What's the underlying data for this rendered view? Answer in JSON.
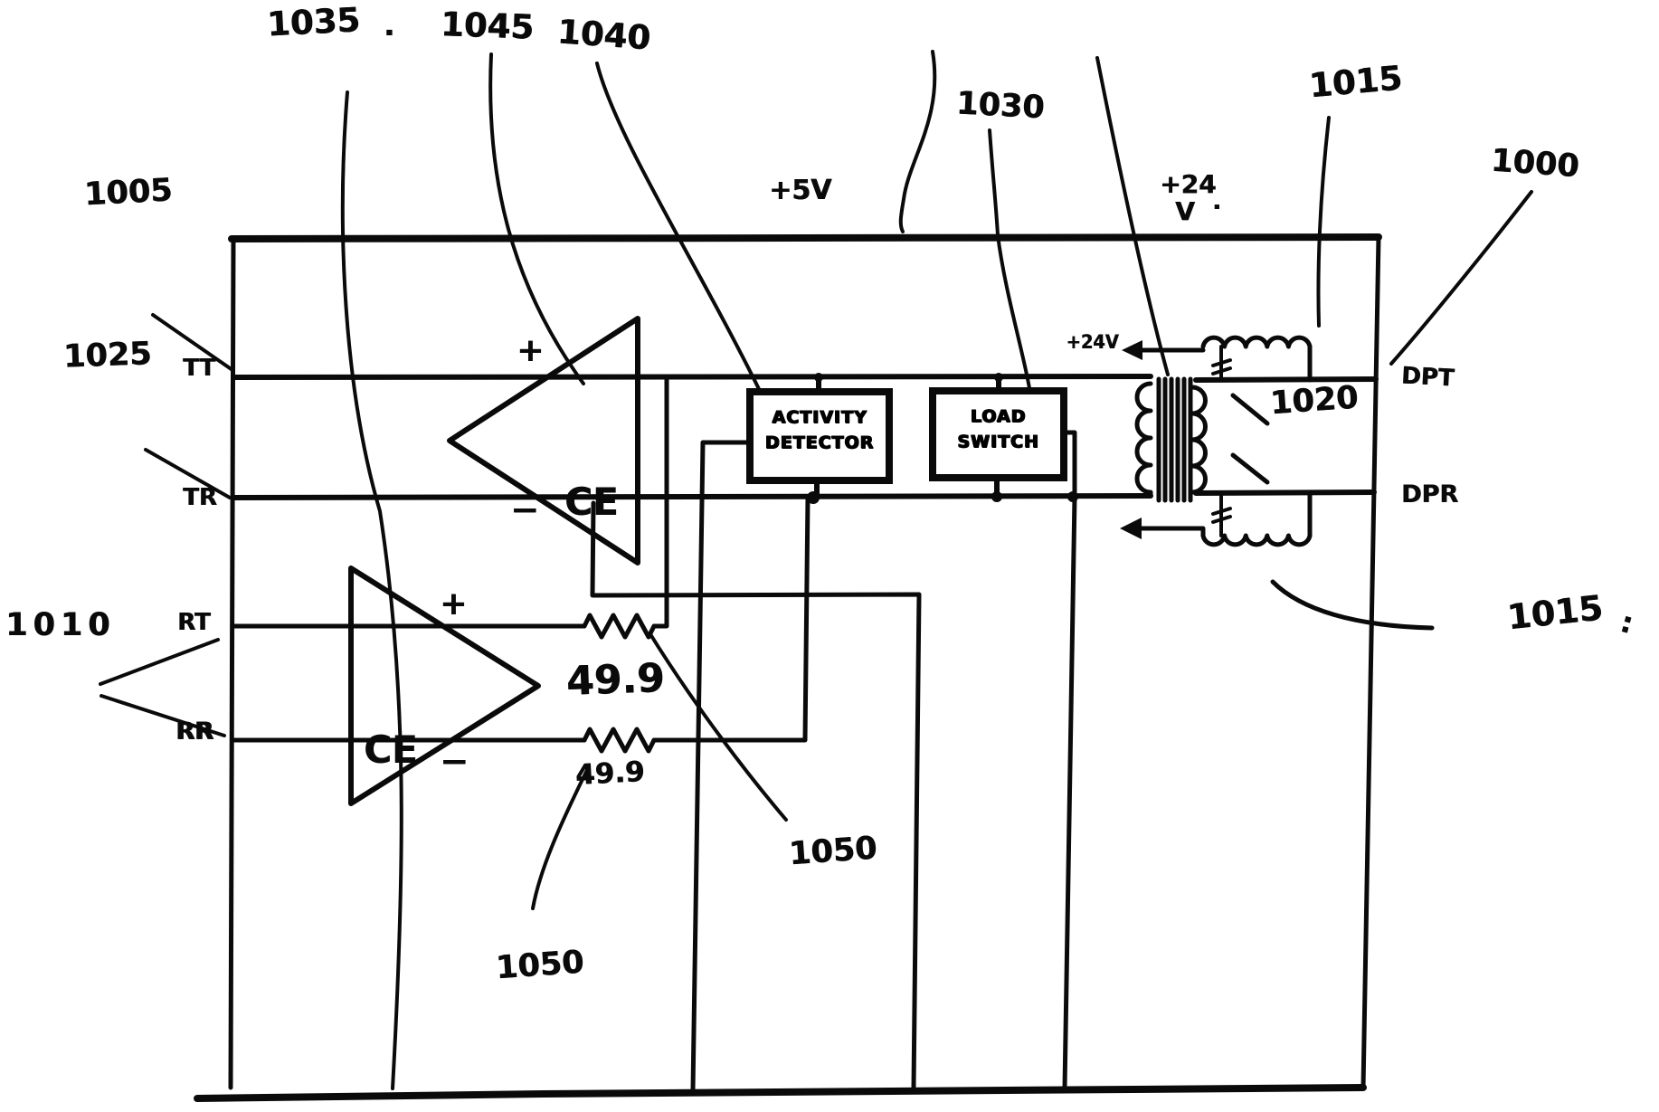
{
  "colors": {
    "ink": "#0a0a0a",
    "paper": "#ffffff"
  },
  "refs": {
    "n1000": "1000",
    "n1005": "1005",
    "n1010": "1010",
    "n1015_top": "1015",
    "n1015_bottom": "1015",
    "n1020": "1020",
    "n1025": "1025",
    "n1030": "1030",
    "n1035": "1035",
    "n1040": "1040",
    "n1045": "1045",
    "n1050_upper": "1050",
    "n1050_lower": "1050"
  },
  "ports": {
    "tt": "TT",
    "tr": "TR",
    "rt": "RT",
    "rr": "RR",
    "dpt": "DPT",
    "dpr": "DPR"
  },
  "power": {
    "plus5": "+5V",
    "plus24_line1": "+24",
    "plus24_line2": "V",
    "plus24_inline": "+24V"
  },
  "blocks": {
    "activity_detector": {
      "line1": "ACTIVITY",
      "line2": "DETECTOR"
    },
    "load_switch": {
      "line1": "LOAD",
      "line2": "SWITCH"
    }
  },
  "amplifiers": {
    "receiver": {
      "label": "CE",
      "plus": "+",
      "minus": "−"
    },
    "driver": {
      "label": "CE",
      "plus": "+",
      "minus": "−"
    }
  },
  "resistors": {
    "upper_value": "49.9",
    "lower_value": "49.9"
  },
  "punctuation": {
    "after_1035": ".",
    "after_plus24": ".",
    "after_1015_bottom": ":"
  }
}
